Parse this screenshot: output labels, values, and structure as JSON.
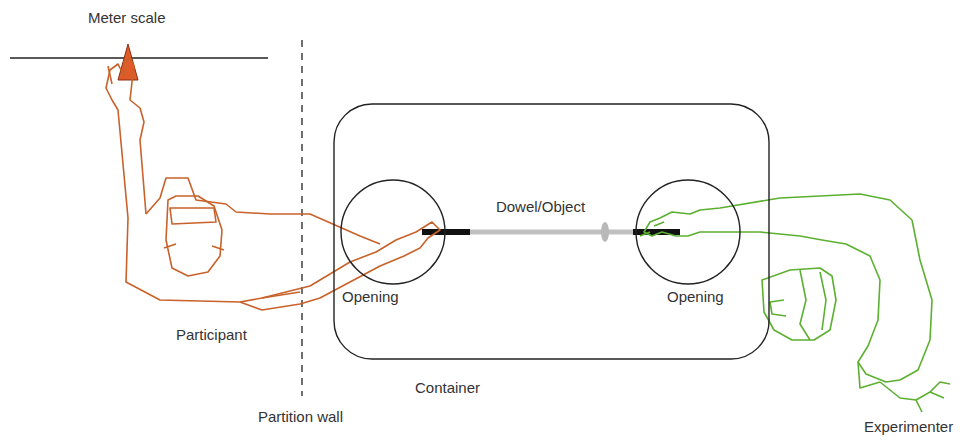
{
  "diagram": {
    "nodes": [
      {
        "text": [
          "Container"
        ]
      },
      {
        "text": [
          "Opening"
        ],
        "in": 0
      },
      {
        "text": [
          "Opening"
        ],
        "in": 0
      }
    ],
    "edges": [
      {
        "from": 1,
        "to": 2,
        "arrow": "none",
        "label": "Dowel/Object"
      }
    ],
    "labels": [
      "Meter scale",
      "Participant",
      "Partition wall",
      "Experimenter"
    ]
  }
}
